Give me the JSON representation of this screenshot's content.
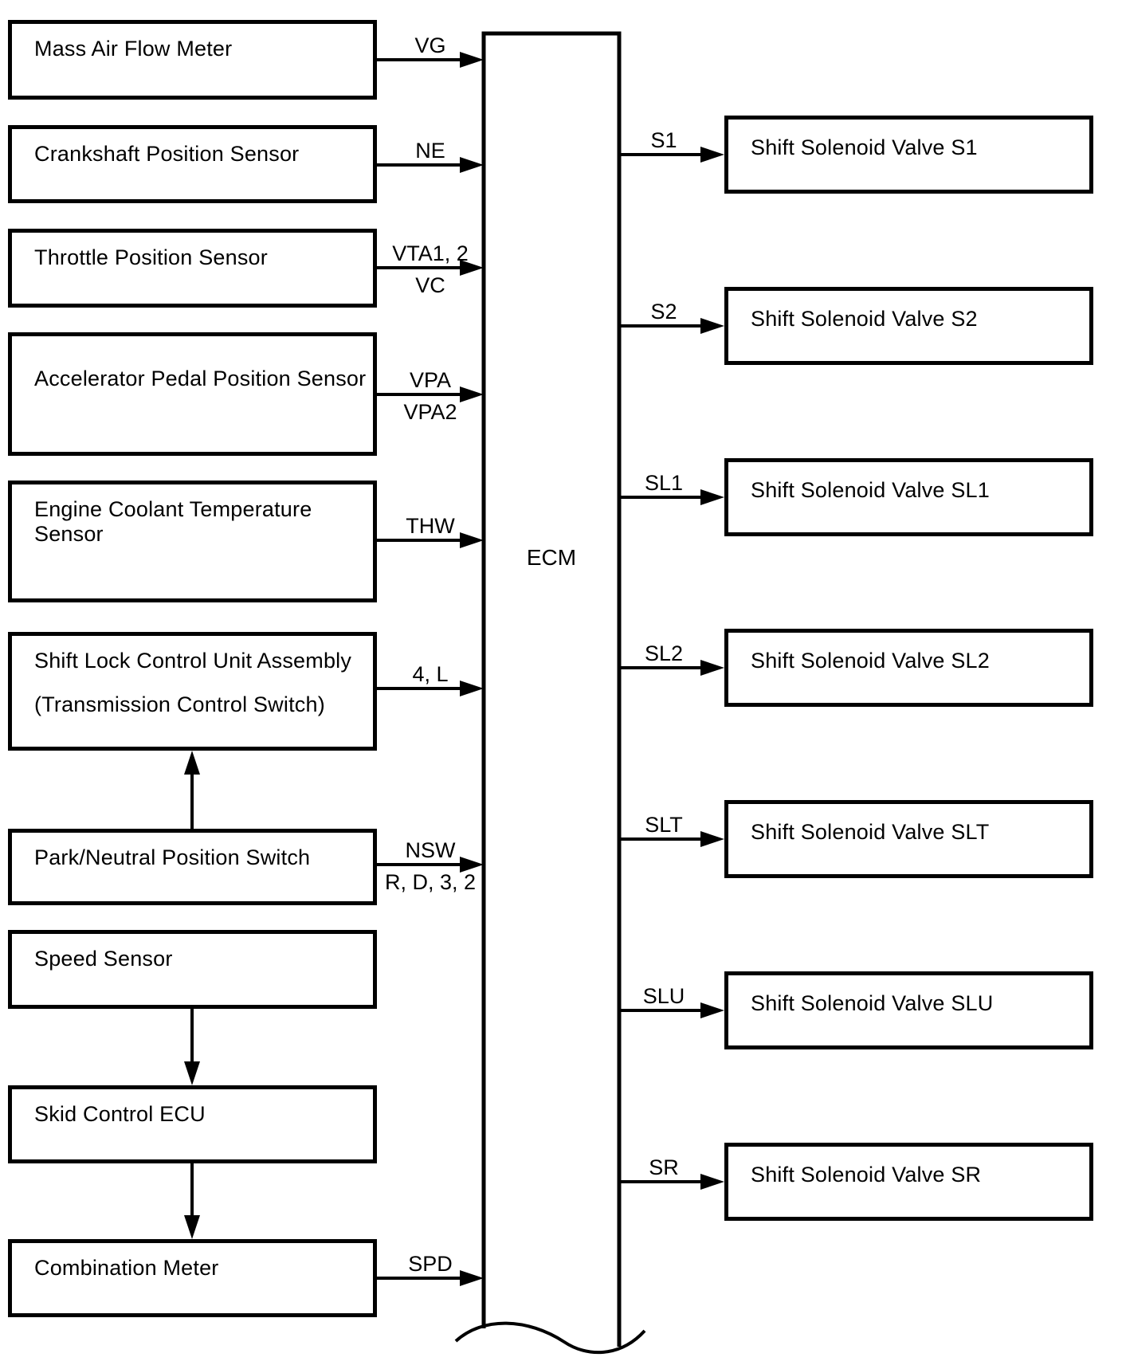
{
  "colors": {
    "line": "#000000",
    "background": "#ffffff",
    "text": "#000000"
  },
  "ecm": {
    "label": "ECM"
  },
  "left_nodes": [
    {
      "lines": [
        "Mass Air Flow Meter"
      ],
      "signal_above": "VG"
    },
    {
      "lines": [
        "Crankshaft Position Sensor"
      ],
      "signal_above": "NE"
    },
    {
      "lines": [
        "Throttle Position Sensor"
      ],
      "signal_above": "VTA1, 2",
      "signal_below": "VC"
    },
    {
      "lines": [
        "Accelerator Pedal Position Sensor"
      ],
      "signal_above": "VPA",
      "signal_below": "VPA2"
    },
    {
      "lines": [
        "Engine Coolant Temperature",
        "Sensor"
      ],
      "signal_above": "THW"
    },
    {
      "lines": [
        "Shift Lock Control Unit Assembly",
        "(Transmission Control Switch)"
      ],
      "signal_above": "4, L"
    },
    {
      "lines": [
        "Park/Neutral Position Switch"
      ],
      "signal_above": "NSW",
      "signal_below": "R, D, 3, 2"
    },
    {
      "lines": [
        "Speed Sensor"
      ]
    },
    {
      "lines": [
        "Skid Control ECU"
      ]
    },
    {
      "lines": [
        "Combination Meter"
      ],
      "signal_above": "SPD"
    }
  ],
  "right_nodes": [
    {
      "signal": "S1",
      "label": "Shift Solenoid Valve S1"
    },
    {
      "signal": "S2",
      "label": "Shift Solenoid Valve S2"
    },
    {
      "signal": "SL1",
      "label": "Shift Solenoid Valve SL1"
    },
    {
      "signal": "SL2",
      "label": "Shift Solenoid Valve SL2"
    },
    {
      "signal": "SLT",
      "label": "Shift Solenoid Valve SLT"
    },
    {
      "signal": "SLU",
      "label": "Shift Solenoid Valve SLU"
    },
    {
      "signal": "SR",
      "label": "Shift Solenoid Valve SR"
    }
  ]
}
